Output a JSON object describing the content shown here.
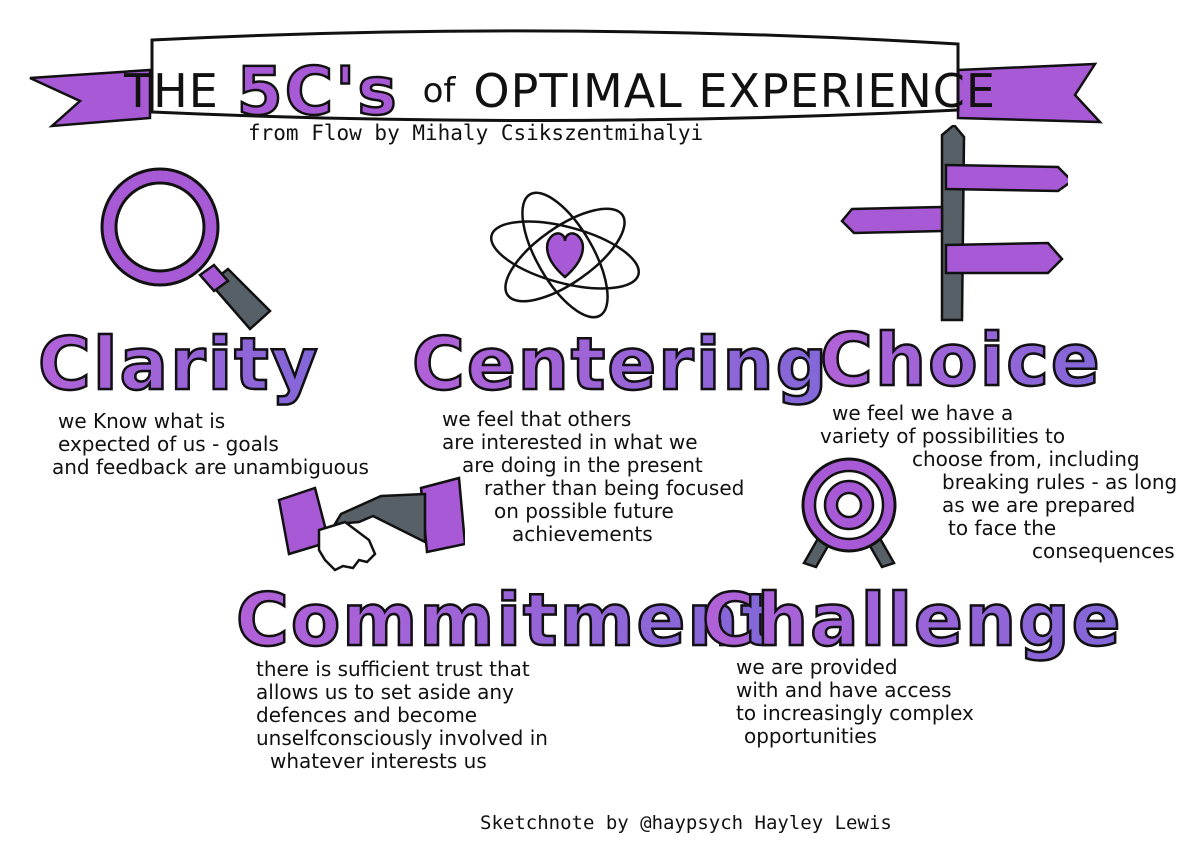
{
  "title": {
    "the": "THE",
    "five_cs": "5C's",
    "of": "of",
    "rest": "OPTIMAL EXPERIENCE"
  },
  "subtitle": "from Flow by Mihaly Csikszentmihalyi",
  "sections": {
    "clarity": {
      "heading": "Clarity",
      "lines": [
        "we Know what is",
        "expected of us - goals",
        "and feedback are unambiguous"
      ]
    },
    "centering": {
      "heading": "Centering",
      "lines": [
        "we feel that others",
        "are interested in what we",
        "are doing in the present",
        "rather than being focused",
        "on possible future",
        "achievements"
      ]
    },
    "choice": {
      "heading": "Choice",
      "lines": [
        "we feel we have a",
        "variety of possibilities to",
        "choose from, including",
        "breaking rules - as long",
        "as we are prepared",
        "to face the",
        "consequences"
      ]
    },
    "commitment": {
      "heading": "Commitment",
      "lines": [
        "there is sufficient trust that",
        "allows us to set aside any",
        "defences and become",
        "unselfconsciously involved in",
        "whatever interests us"
      ]
    },
    "challenge": {
      "heading": "Challenge",
      "lines": [
        "we are provided",
        "with and have access",
        "to increasingly complex",
        "opportunities"
      ]
    }
  },
  "credit": "Sketchnote by @haypsych Hayley Lewis",
  "icons": [
    "magnifying-glass-icon",
    "atom-heart-icon",
    "signpost-icon",
    "handshake-icon",
    "target-icon"
  ],
  "colors": {
    "purple": "#a85ad6",
    "violet": "#8267d8",
    "grey": "#566066",
    "ink": "#111111"
  }
}
